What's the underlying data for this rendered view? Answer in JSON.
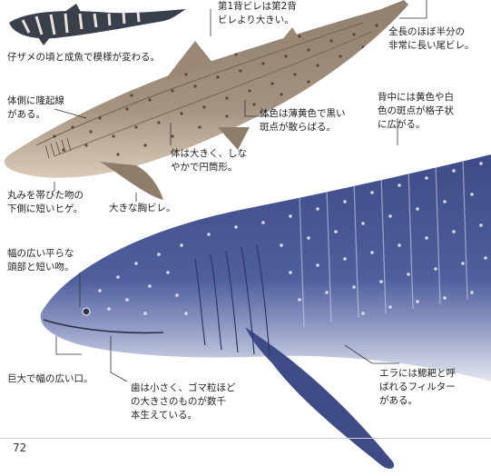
{
  "page_number": "72",
  "captions": {
    "juvenile_pattern": "仔ザメの頃と成魚で模様が変わる。",
    "first_dorsal": "第1背ビレは第2背\nビレより大きい。",
    "caudal_fin": "全長のほぼ半分の\n非常に長い尾ビレ。",
    "side_ridge": "体側に隆起線\nがある。",
    "body_color": "体色は薄黄色で黒い\n斑点が散らばる。",
    "body_shape": "体は大きく、しな\nやかで円筒形。",
    "snout": "丸みを帯びた吻の\n下側に短いヒゲ。",
    "pectoral": "大きな胸ビレ。",
    "whale_back": "背中には黄色や白\n色の斑点が格子状\nに広がる。",
    "whale_head": "幅の広い平らな\n頭部と短い吻。",
    "whale_mouth": "巨大で幅の広い口。",
    "whale_teeth": "歯は小さく、ゴマ粒ほど\nの大きさのものが数千\n本生えている。",
    "whale_gills": "エラには鰓耙と呼\nばれるフィルター\nがある。"
  },
  "colors": {
    "zebra_body": "#a3927f",
    "zebra_belly": "#d9cbb8",
    "zebra_spot": "#4a3a2e",
    "juvenile": "#3a3f4c",
    "whale_body": "#4b5a97",
    "whale_dark": "#2e3866",
    "whale_belly": "#dfe3ee",
    "whale_spot": "#e6e9f2"
  }
}
